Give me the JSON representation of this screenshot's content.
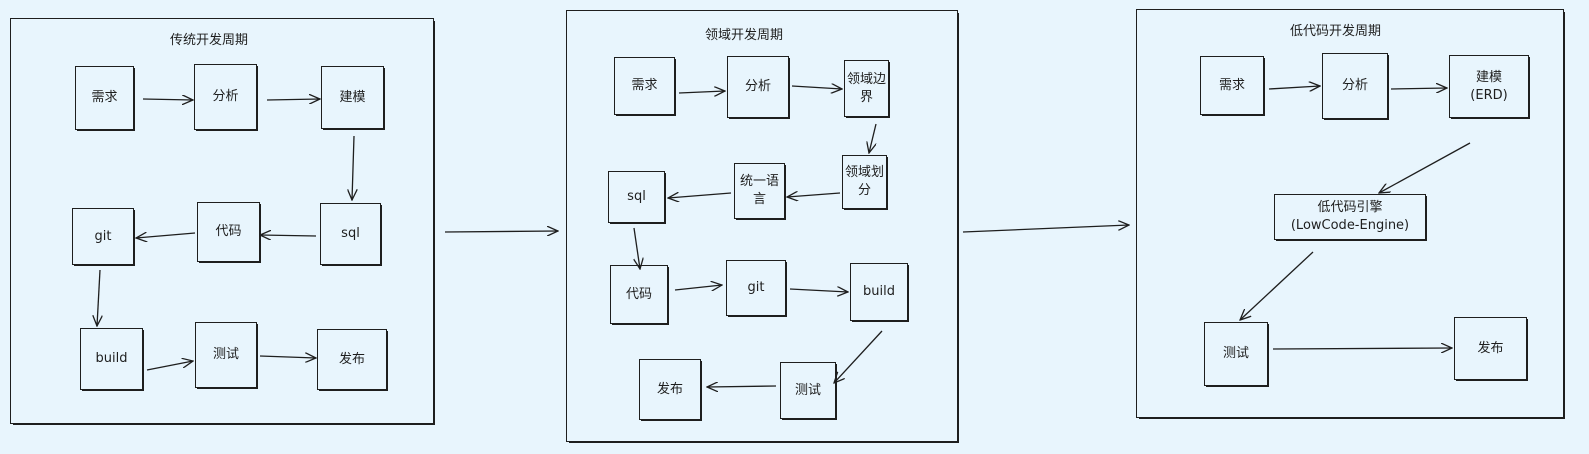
{
  "panels": {
    "traditional": {
      "title": "传统开发周期",
      "nodes": {
        "requirement": "需求",
        "analysis": "分析",
        "modeling": "建模",
        "sql": "sql",
        "code": "代码",
        "git": "git",
        "build": "build",
        "test": "测试",
        "release": "发布"
      }
    },
    "domain": {
      "title": "领域开发周期",
      "nodes": {
        "requirement": "需求",
        "analysis": "分析",
        "boundary": "领域边界",
        "division": "领域划分",
        "language": "统一语言",
        "sql": "sql",
        "code": "代码",
        "git": "git",
        "build": "build",
        "test": "测试",
        "release": "发布"
      }
    },
    "lowcode": {
      "title": "低代码开发周期",
      "nodes": {
        "requirement": "需求",
        "analysis": "分析",
        "modeling_line1": "建模",
        "modeling_line2": "(ERD)",
        "engine_line1": "低代码引擎",
        "engine_line2": "(LowCode-Engine)",
        "test": "测试",
        "release": "发布"
      }
    }
  },
  "colors": {
    "background": "#e8f5fd",
    "stroke": "#1e1e1e"
  }
}
